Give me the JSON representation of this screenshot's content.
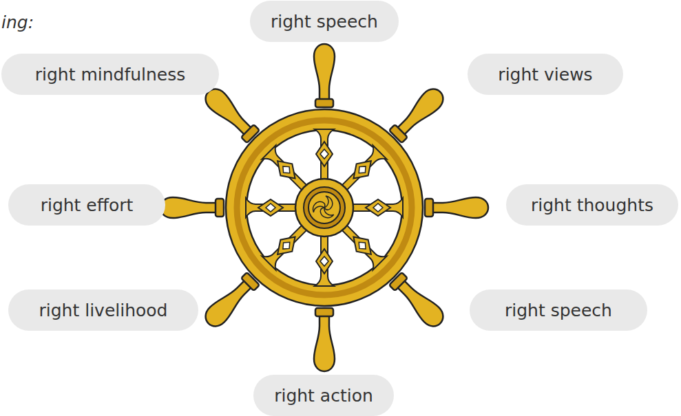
{
  "diagram": {
    "nodes": [
      {
        "text": [
          "right speech"
        ]
      },
      {
        "text": [
          "right mindfulness"
        ]
      },
      {
        "text": [
          "right views"
        ]
      },
      {
        "text": [
          "right effort"
        ]
      },
      {
        "text": [
          "right thoughts"
        ]
      },
      {
        "text": [
          "right livelihood"
        ]
      },
      {
        "text": [
          "right speech"
        ]
      },
      {
        "text": [
          "right action"
        ]
      }
    ],
    "labels": [
      "ing:"
    ]
  }
}
